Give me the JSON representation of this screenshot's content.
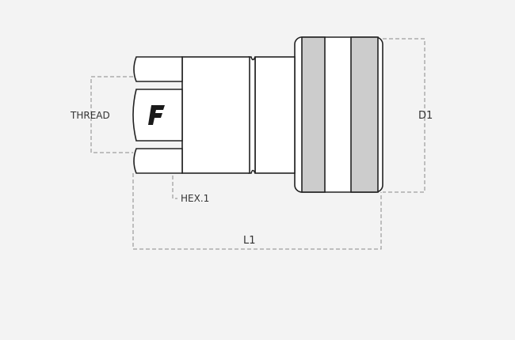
{
  "labels": {
    "thread": "THREAD",
    "d1": "D1",
    "hex": "HEX.1",
    "l1": "L1"
  },
  "logo": "F",
  "colors": {
    "background": "#f3f3f3",
    "outline": "#222222",
    "band": "#cccccc",
    "dimension": "#888888"
  }
}
